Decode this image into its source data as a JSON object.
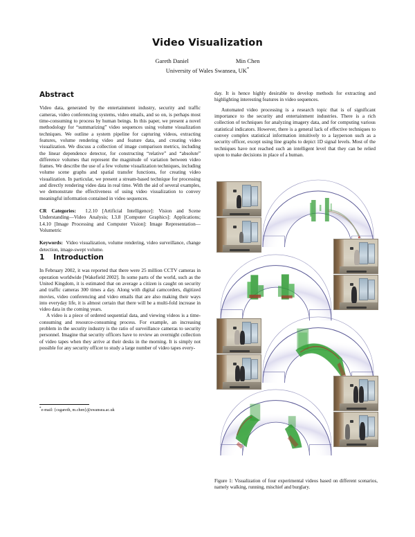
{
  "paper": {
    "title": "Video Visualization",
    "authors": [
      {
        "name": "Gareth Daniel"
      },
      {
        "name": "Min Chen"
      }
    ],
    "affiliation": "University of Wales Swansea, UK",
    "affiliation_marker": "*"
  },
  "left_column": {
    "abstract_heading": "Abstract",
    "abstract_text": "Video data, generated by the entertainment industry, security and traffic cameras, video conferencing systems, video emails, and so on, is perhaps most time-consuming to process by human beings. In this paper, we present a novel methodology for “summarizing” video sequences using volume visualization techniques. We outline a system pipeline for capturing videos, extracting features, volume rendering video and feature data, and creating video visualization. We discuss a collection of image comparison metrics, including the linear dependence detector, for constructing “relative” and “absolute” difference volumes that represent the magnitude of variation between video frames. We describe the use of a few volume visualization techniques, including volume scene graphs and spatial transfer functions, for creating video visualization. In particular, we present a stream-based technique for processing and directly rendering video data in real time. With the aid of several examples, we demonstrate the effectiveness of using video visualization to convey meaningful information contained in video sequences.",
    "cr_categories_label": "CR Categories:",
    "cr_categories_text": "I.2.10 [Artificial Intelligence]: Vision and Scene Understanding—Video Analysis; I.3.8 [Computer Graphics]: Applications; I.4.10 [Image Processing and Computer Vision]: Image Representation—Volumetric",
    "keywords_label": "Keywords:",
    "keywords_text": "Video visualization, volume rendering, video surveillance, change detection, image-swept volume.",
    "intro_number": "1",
    "intro_heading": "Introduction",
    "intro_p1": "In February 2002, it was reported that there were 25 million CCTV cameras in operation worldwide [Wakefield 2002]. In some parts of the world, such as the United Kingdom, it is estimated that on average a citizen is caught on security and traffic cameras 300 times a day. Along with digital camcorders, digitized movies, video conferencing and video emails that are also making their ways into everyday life, it is almost certain that there will be a multi-fold increase in video data in the coming years.",
    "intro_p2": "A video is a piece of ordered sequential data, and viewing videos is a time-consuming and resource-consuming process. For example, an increasing problem in the security industry is the ratio of surveillance cameras to security personnel. Imagine that security officers have to review an overnight collection of video tapes when they arrive at their desks in the morning. It is simply not possible for any security officer to study a large number of video tapes every-",
    "footnote_marker": "*",
    "footnote_text": "e-mail: {csgareth, m.chen}@swansea.ac.uk"
  },
  "right_column": {
    "p1": "day. It is hence highly desirable to develop methods for extracting and highlighting interesting features in video sequences.",
    "p2": "Automated video processing is a research topic that is of significant importance to the security and entertainment industries. There is a rich collection of techniques for analyzing imagery data, and for computing various statistical indicators. However, there is a general lack of effective techniques to convey complex statistical information intuitively to a layperson such as a security officer, except using line graphs to depict 1D signal levels. Most of the techniques have not reached such an intelligent level that they can be relied upon to make decisions in place of a human."
  },
  "figure": {
    "caption_label": "Figure 1:",
    "caption_text": "Visualization of four experimental videos based on different scenarios, namely walking, running, mischief and burglary.",
    "scenarios": [
      "walking",
      "running",
      "mischief",
      "burglary"
    ],
    "colors": {
      "volume_haze": "#b9b6dd",
      "volume_arc": "#5b5a96",
      "feature_green": "#2f9a33",
      "feature_red": "#a8332a",
      "thumbnail_wall": "#7d603f"
    },
    "panels": [
      {
        "scenario": "walking",
        "thumbnails": 2,
        "thumbnail_side": "left"
      },
      {
        "scenario": "running",
        "thumbnails": 2,
        "thumbnail_side": "right"
      },
      {
        "scenario": "mischief",
        "thumbnails": 2,
        "thumbnail_side": "left"
      },
      {
        "scenario": "burglary",
        "thumbnails": 2,
        "thumbnail_side": "right"
      }
    ]
  }
}
